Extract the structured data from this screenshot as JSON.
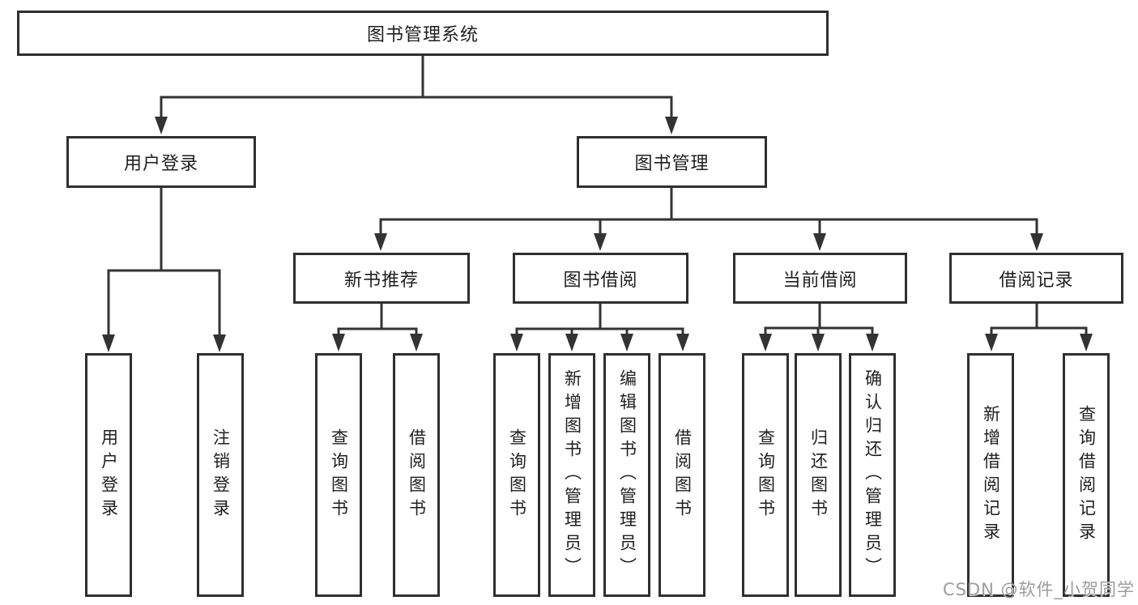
{
  "diagram": {
    "root": {
      "label": "图书管理系统",
      "children": [
        {
          "label": "用户登录",
          "children": [
            {
              "label": "用户登录"
            },
            {
              "label": "注销登录"
            }
          ]
        },
        {
          "label": "图书管理",
          "children": [
            {
              "label": "新书推荐",
              "children": [
                {
                  "label": "查询图书"
                },
                {
                  "label": "借阅图书"
                }
              ]
            },
            {
              "label": "图书借阅",
              "children": [
                {
                  "label": "查询图书"
                },
                {
                  "label": "新增图书（管理员）"
                },
                {
                  "label": "编辑图书（管理员）"
                },
                {
                  "label": "借阅图书"
                }
              ]
            },
            {
              "label": "当前借阅",
              "children": [
                {
                  "label": "查询图书"
                },
                {
                  "label": "归还图书"
                },
                {
                  "label": "确认归还（管理员）"
                }
              ]
            },
            {
              "label": "借阅记录",
              "children": [
                {
                  "label": "新增借阅记录"
                },
                {
                  "label": "查询借阅记录"
                }
              ]
            }
          ]
        }
      ]
    }
  },
  "watermark": {
    "text": "CSDN @软件_小贺同学"
  },
  "colors": {
    "line": "#333333",
    "box_border": "#2f2f2f",
    "text": "#1f1f1f",
    "watermark": "#9c9c9c",
    "background": "#ffffff"
  }
}
